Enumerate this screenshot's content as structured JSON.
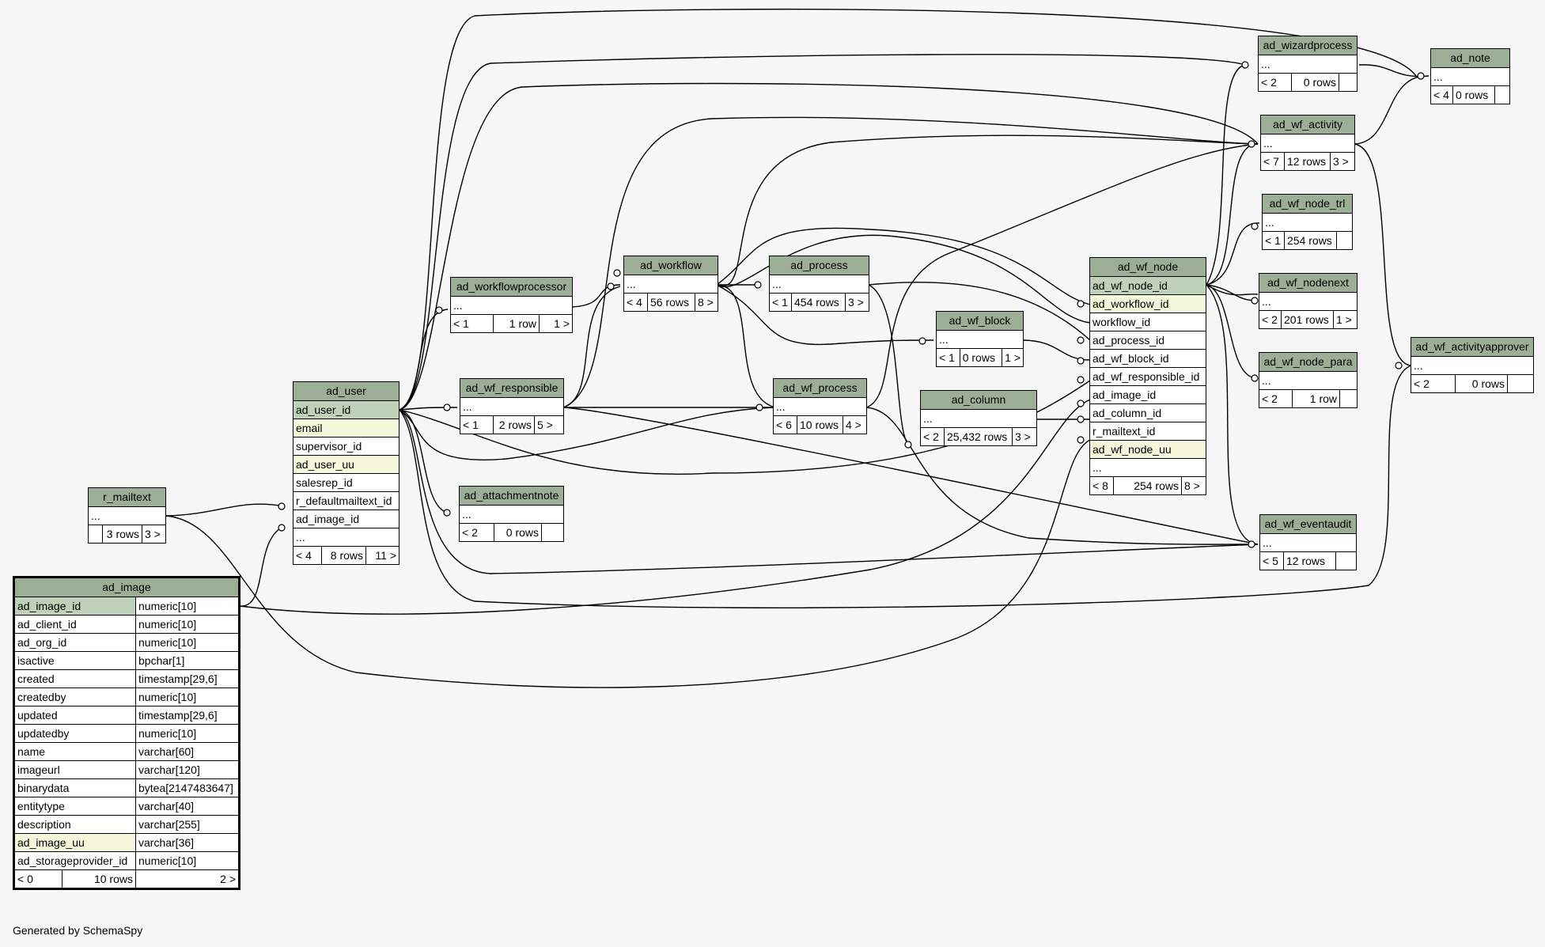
{
  "credit": "Generated by SchemaSpy",
  "tables": {
    "ad_note": {
      "name": "ad_note",
      "rows": [
        "..."
      ],
      "footer": [
        "< 4",
        "0 rows",
        ""
      ]
    },
    "ad_wizardprocess": {
      "name": "ad_wizardprocess",
      "rows": [
        "..."
      ],
      "footer": [
        "< 2",
        "0 rows",
        ""
      ]
    },
    "ad_wf_activity": {
      "name": "ad_wf_activity",
      "rows": [
        "..."
      ],
      "footer": [
        "< 7",
        "12 rows",
        "3 >"
      ]
    },
    "ad_wf_node_trl": {
      "name": "ad_wf_node_trl",
      "rows": [
        "..."
      ],
      "footer": [
        "< 1",
        "254 rows",
        ""
      ]
    },
    "ad_wf_nodenext": {
      "name": "ad_wf_nodenext",
      "rows": [
        "..."
      ],
      "footer": [
        "< 2",
        "201 rows",
        "1 >"
      ]
    },
    "ad_wf_node_para": {
      "name": "ad_wf_node_para",
      "rows": [
        "..."
      ],
      "footer": [
        "< 2",
        "1 row",
        ""
      ]
    },
    "ad_wf_eventaudit": {
      "name": "ad_wf_eventaudit",
      "rows": [
        "..."
      ],
      "footer": [
        "< 5",
        "12 rows",
        ""
      ]
    },
    "ad_wf_activityapprover": {
      "name": "ad_wf_activityapprover",
      "rows": [
        "..."
      ],
      "footer": [
        "< 2",
        "0 rows",
        ""
      ]
    },
    "ad_wf_node": {
      "name": "ad_wf_node",
      "rows": [
        "ad_wf_node_id",
        "ad_workflow_id",
        "workflow_id",
        "ad_process_id",
        "ad_wf_block_id",
        "ad_wf_responsible_id",
        "ad_image_id",
        "ad_column_id",
        "r_mailtext_id",
        "ad_wf_node_uu",
        "..."
      ],
      "footer": [
        "< 8",
        "254 rows",
        "8 >"
      ]
    },
    "ad_workflow": {
      "name": "ad_workflow",
      "rows": [
        "..."
      ],
      "footer": [
        "< 4",
        "56 rows",
        "8 >"
      ]
    },
    "ad_process": {
      "name": "ad_process",
      "rows": [
        "..."
      ],
      "footer": [
        "< 1",
        "454 rows",
        "3 >"
      ]
    },
    "ad_wf_block": {
      "name": "ad_wf_block",
      "rows": [
        "..."
      ],
      "footer": [
        "< 1",
        "0 rows",
        "1 >"
      ]
    },
    "ad_column": {
      "name": "ad_column",
      "rows": [
        "..."
      ],
      "footer": [
        "< 2",
        "25,432 rows",
        "3 >"
      ]
    },
    "ad_wf_process": {
      "name": "ad_wf_process",
      "rows": [
        "..."
      ],
      "footer": [
        "< 6",
        "10 rows",
        "4 >"
      ]
    },
    "ad_workflowprocessor": {
      "name": "ad_workflowprocessor",
      "rows": [
        "..."
      ],
      "footer": [
        "< 1",
        "1 row",
        "1 >"
      ]
    },
    "ad_wf_responsible": {
      "name": "ad_wf_responsible",
      "rows": [
        "..."
      ],
      "footer": [
        "< 1",
        "2 rows",
        "5 >"
      ]
    },
    "ad_attachmentnote": {
      "name": "ad_attachmentnote",
      "rows": [
        "..."
      ],
      "footer": [
        "< 2",
        "0 rows",
        ""
      ]
    },
    "ad_user": {
      "name": "ad_user",
      "rows": [
        "ad_user_id",
        "email",
        "supervisor_id",
        "ad_user_uu",
        "salesrep_id",
        "r_defaultmailtext_id",
        "ad_image_id",
        "..."
      ],
      "footer": [
        "< 4",
        "8 rows",
        "11 >"
      ]
    },
    "r_mailtext": {
      "name": "r_mailtext",
      "rows": [
        "..."
      ],
      "footer": [
        "",
        "3 rows",
        "3 >"
      ]
    },
    "ad_image": {
      "name": "ad_image",
      "columns": [
        [
          "ad_image_id",
          "numeric[10]"
        ],
        [
          "ad_client_id",
          "numeric[10]"
        ],
        [
          "ad_org_id",
          "numeric[10]"
        ],
        [
          "isactive",
          "bpchar[1]"
        ],
        [
          "created",
          "timestamp[29,6]"
        ],
        [
          "createdby",
          "numeric[10]"
        ],
        [
          "updated",
          "timestamp[29,6]"
        ],
        [
          "updatedby",
          "numeric[10]"
        ],
        [
          "name",
          "varchar[60]"
        ],
        [
          "imageurl",
          "varchar[120]"
        ],
        [
          "binarydata",
          "bytea[2147483647]"
        ],
        [
          "entitytype",
          "varchar[40]"
        ],
        [
          "description",
          "varchar[255]"
        ],
        [
          "ad_image_uu",
          "varchar[36]"
        ],
        [
          "ad_storageprovider_id",
          "numeric[10]"
        ]
      ],
      "footer": [
        "< 0",
        "10 rows",
        "2 >"
      ]
    }
  }
}
